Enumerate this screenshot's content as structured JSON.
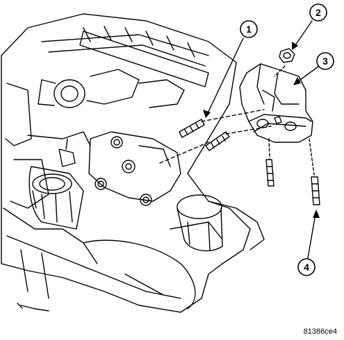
{
  "callouts": [
    {
      "id": "1",
      "label": "1"
    },
    {
      "id": "2",
      "label": "2"
    },
    {
      "id": "3",
      "label": "3"
    },
    {
      "id": "4",
      "label": "4"
    }
  ],
  "figure_id": "81386ce4"
}
